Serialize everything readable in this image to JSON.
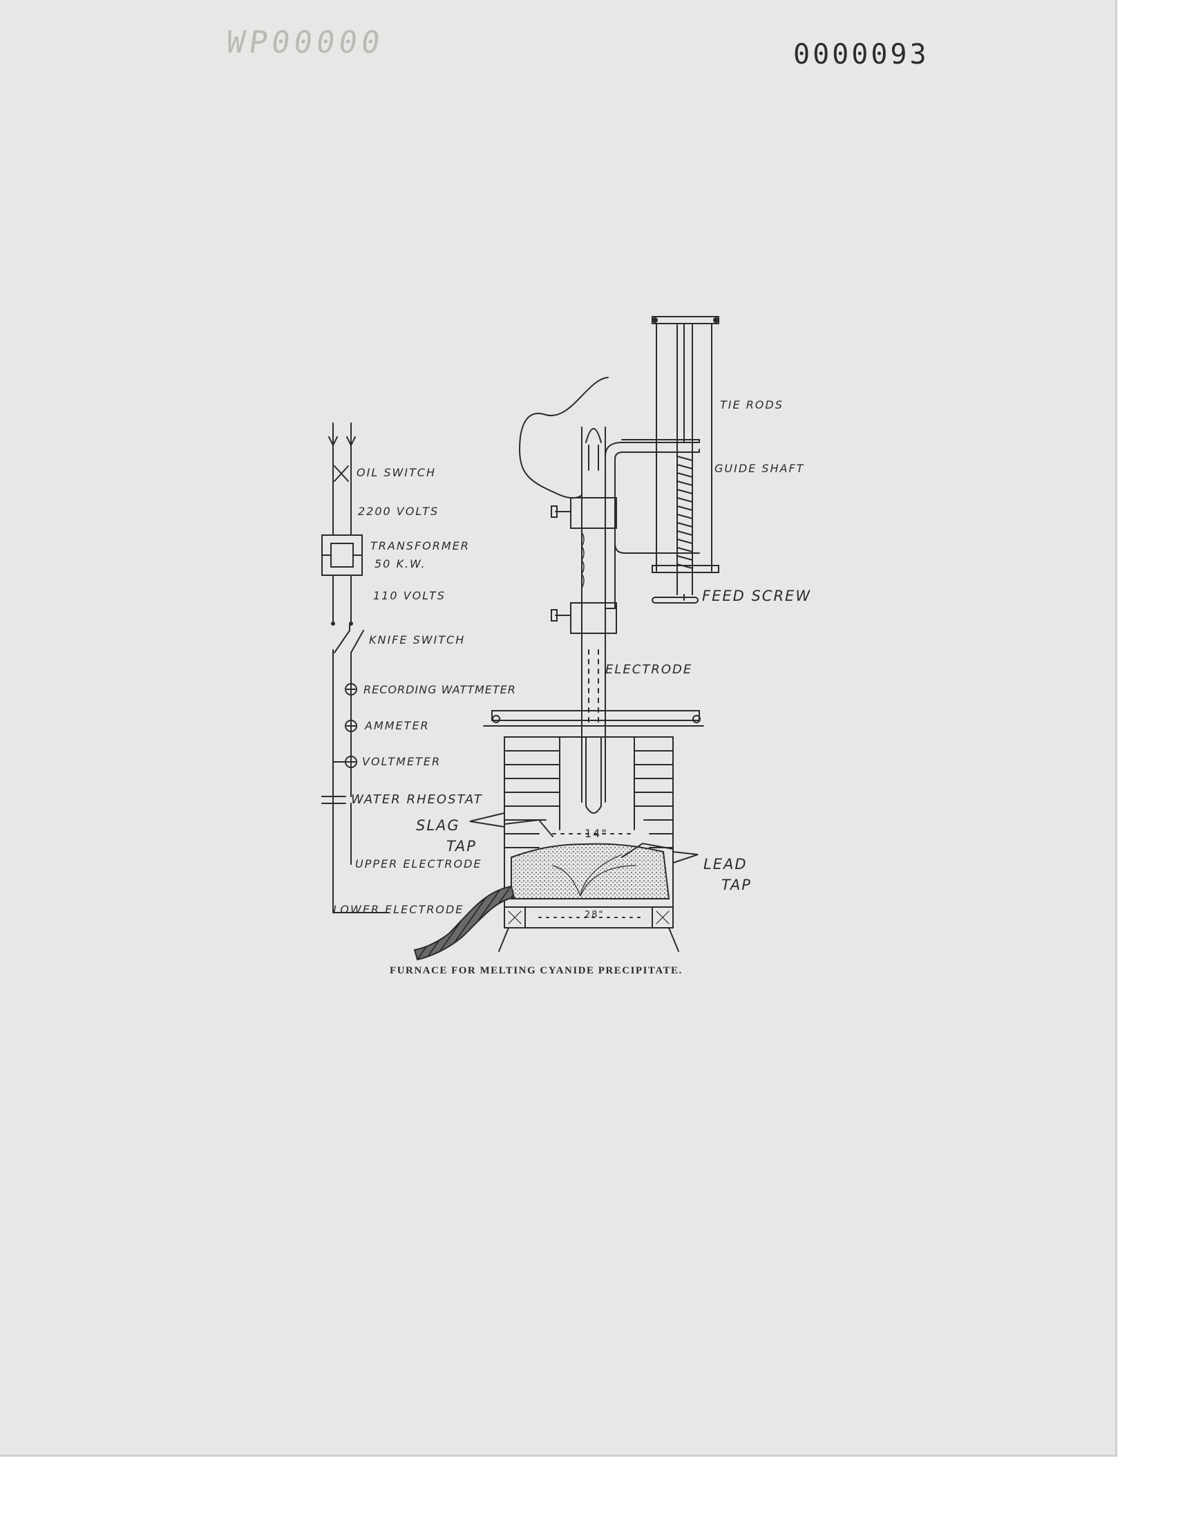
{
  "page": {
    "doc_number": "0000093",
    "ghost_stamp": "WP00000",
    "caption": "FURNACE FOR MELTING CYANIDE PRECIPITATE."
  },
  "circuit": {
    "oil_switch": "OIL SWITCH",
    "voltage_high": "2200 VOLTS",
    "transformer": "TRANSFORMER",
    "transformer_rating": "50 K.W.",
    "voltage_low": "110 VOLTS",
    "knife_switch": "KNIFE SWITCH",
    "wattmeter": "RECORDING WATTMETER",
    "ammeter": "AMMETER",
    "voltmeter": "VOLTMETER",
    "rheostat": "WATER RHEOSTAT",
    "upper_electrode": "UPPER ELECTRODE",
    "lower_electrode": "LOWER ELECTRODE"
  },
  "furnace": {
    "tie_rods": "TIE RODS",
    "guide_shaft": "GUIDE SHAFT",
    "feed_screw": "FEED SCREW",
    "electrode": "ELECTRODE",
    "slag_tap_1": "SLAG",
    "slag_tap_2": "TAP",
    "lead_tap_1": "LEAD",
    "lead_tap_2": "TAP",
    "inner_dim": "14\"",
    "base_dim": "28\""
  },
  "colors": {
    "paper": "#e7e7e5",
    "ink": "#2b2b2b"
  }
}
